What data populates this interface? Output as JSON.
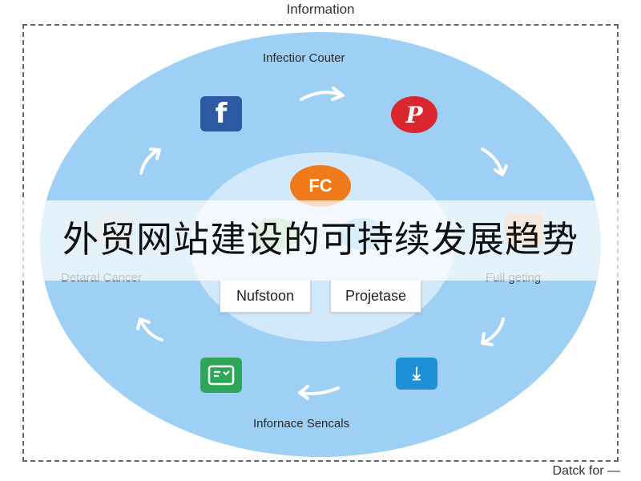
{
  "header": {
    "title": "Information"
  },
  "footer": {
    "note": "Datck for —"
  },
  "ring_labels": {
    "top": "Infectior Couter",
    "left": "Detaral Cancer",
    "right": "Full geting",
    "bottom": "Infornace Sencals"
  },
  "center": {
    "badge": "FC",
    "chip_left": "Nufstoon",
    "chip_right": "Projetase"
  },
  "icons": {
    "facebook": {
      "glyph": "f",
      "name": "facebook-icon",
      "color": "#2d5aa3"
    },
    "pinterest": {
      "glyph": "P",
      "name": "pinterest-icon",
      "color": "#d9262f"
    },
    "download": {
      "glyph": "⤓",
      "name": "download-icon",
      "color": "#1f8fd6"
    },
    "card": {
      "name": "card-icon",
      "color": "#2ea657"
    }
  },
  "overlay": {
    "banner_text": "外贸网站建设的可持续发展趋势"
  },
  "colors": {
    "outer": "#9ecff5",
    "inner": "#d2e9fb",
    "accent": "#f07a1a"
  }
}
